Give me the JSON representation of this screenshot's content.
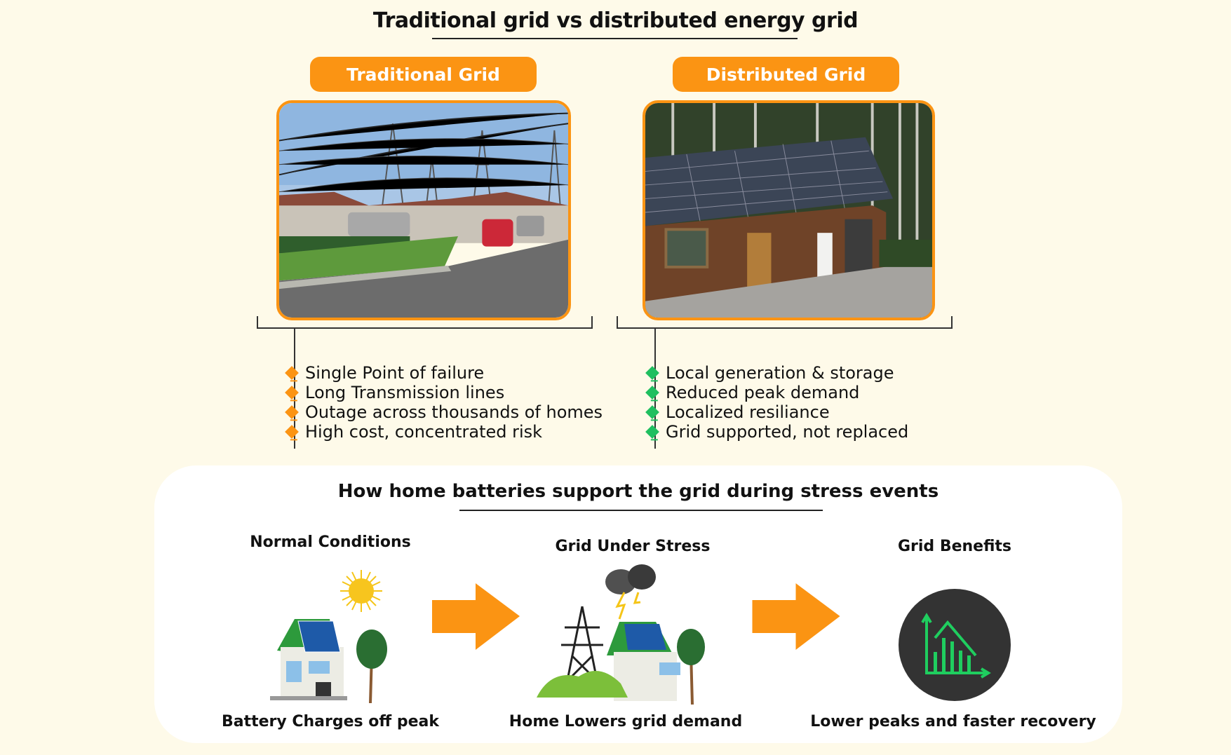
{
  "title": "Traditional grid vs distributed energy grid",
  "traditional": {
    "label": "Traditional Grid",
    "bullets": [
      "Single Point of failure",
      "Long Transmission lines",
      "Outage across thousands of homes",
      "High cost, concentrated risk"
    ],
    "marker_color": "#fb9413"
  },
  "distributed": {
    "label": "Distributed Grid",
    "bullets": [
      "Local generation & storage",
      "Reduced peak demand",
      "Localized resiliance",
      "Grid supported, not replaced"
    ],
    "marker_color": "#1fbf5f"
  },
  "batteries": {
    "heading": "How home batteries support the grid during stress events",
    "stages": [
      {
        "title": "Normal Conditions",
        "caption": "Battery Charges off peak",
        "icon": "sunny-solar-house-icon"
      },
      {
        "title": "Grid Under Stress",
        "caption": "Home Lowers grid demand",
        "icon": "storm-tower-house-icon"
      },
      {
        "title": "Grid Benefits",
        "caption": "Lower peaks and faster recovery",
        "icon": "declining-chart-icon"
      }
    ]
  },
  "colors": {
    "accent": "#fb9413",
    "background": "#fefae9",
    "green": "#1fbf5f"
  }
}
